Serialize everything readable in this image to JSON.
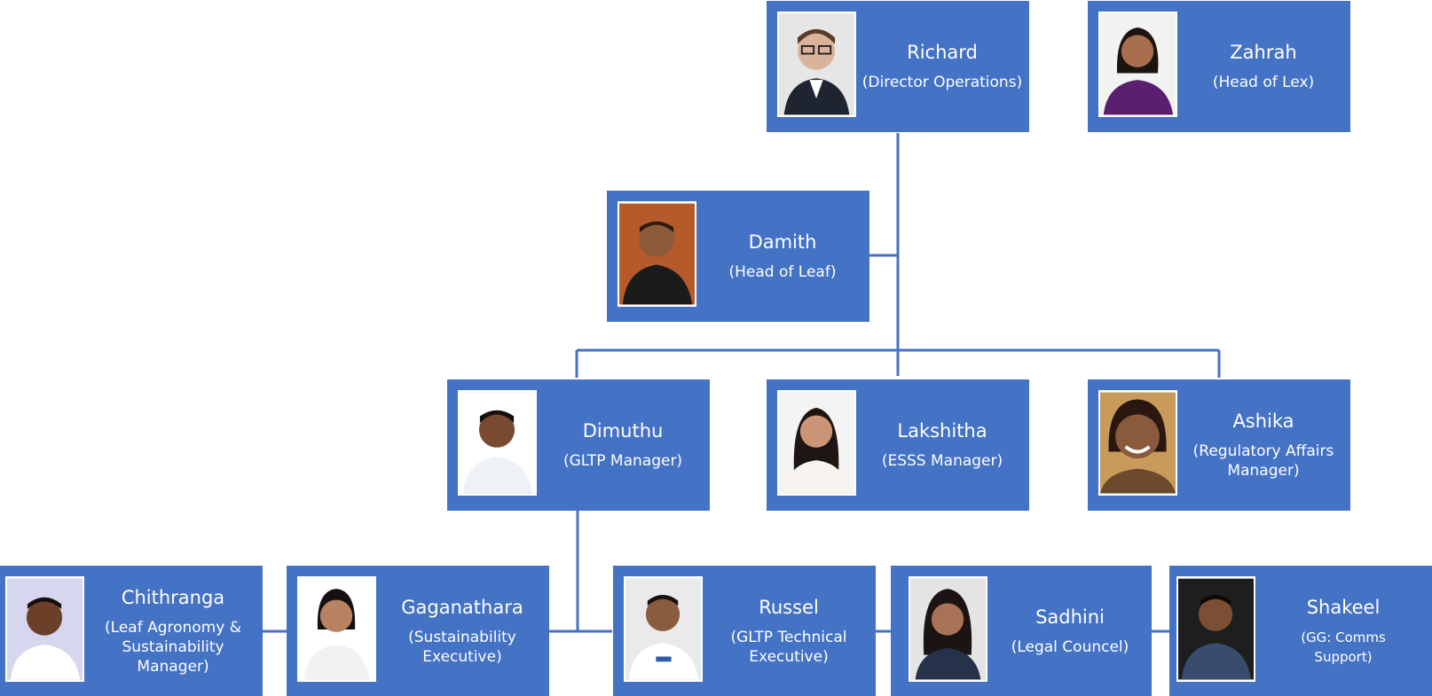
{
  "colors": {
    "card_fill": "#4472c4",
    "connector": "#4472c4",
    "text": "#ffffff"
  },
  "people": {
    "richard": {
      "name": "Richard",
      "title": "(Director Operations)",
      "photo": "person-photo-icon"
    },
    "zahrah": {
      "name": "Zahrah",
      "title": "(Head of Lex)",
      "photo": "person-photo-icon"
    },
    "damith": {
      "name": "Damith",
      "title": "(Head of Leaf)",
      "photo": "person-photo-icon"
    },
    "dimuthu": {
      "name": "Dimuthu",
      "title": "(GLTP Manager)",
      "photo": "person-photo-icon"
    },
    "lakshitha": {
      "name": "Lakshitha",
      "title": "(ESSS Manager)",
      "photo": "person-photo-icon"
    },
    "ashika": {
      "name": "Ashika",
      "title_lines": [
        "(Regulatory Affairs",
        "Manager)"
      ],
      "photo": "person-photo-icon"
    },
    "chithranga": {
      "name": "Chithranga",
      "title_lines": [
        "(Leaf Agronomy &",
        "Sustainability",
        "Manager)"
      ],
      "photo": "person-photo-icon"
    },
    "gaganathara": {
      "name": "Gaganathara",
      "title_lines": [
        "(Sustainability",
        "Executive)"
      ],
      "photo": "person-photo-icon"
    },
    "russel": {
      "name": "Russel",
      "title_lines": [
        "(GLTP Technical",
        "Executive)"
      ],
      "photo": "person-photo-icon"
    },
    "sadhini": {
      "name": "Sadhini",
      "title": "(Legal Councel)",
      "photo": "person-photo-icon"
    },
    "shakeel": {
      "name": "Shakeel",
      "title_lines": [
        "(GG: Comms",
        "Support)"
      ],
      "photo": "person-photo-icon"
    }
  }
}
